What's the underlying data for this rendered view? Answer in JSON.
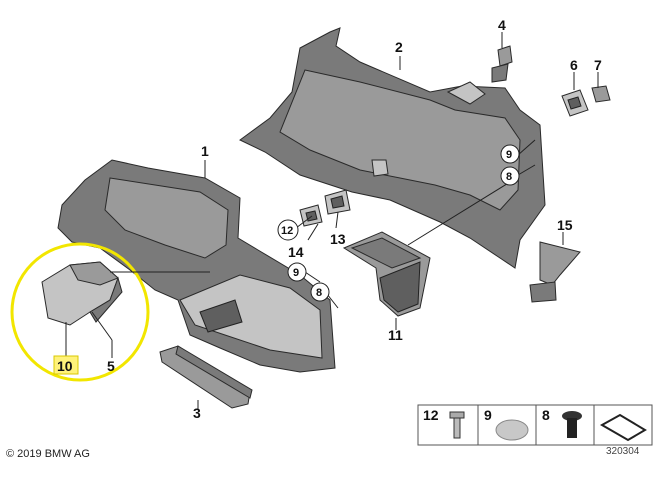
{
  "callouts": {
    "c1": "1",
    "c2": "2",
    "c3": "3",
    "c4": "4",
    "c5": "5",
    "c6": "6",
    "c7": "7",
    "c8a": "8",
    "c8b": "8",
    "c9a": "9",
    "c9b": "9",
    "c10": "10",
    "c11": "11",
    "c12": "12",
    "c13": "13",
    "c14": "14",
    "c15": "15"
  },
  "legend": {
    "l12": "12",
    "l9": "9",
    "l8": "8"
  },
  "colors": {
    "highlight_circle": "#f2e600",
    "highlight_label_bg": "#fff27a"
  },
  "footer": {
    "copyright": "© 2019 BMW AG",
    "diagram_number": "320304"
  }
}
